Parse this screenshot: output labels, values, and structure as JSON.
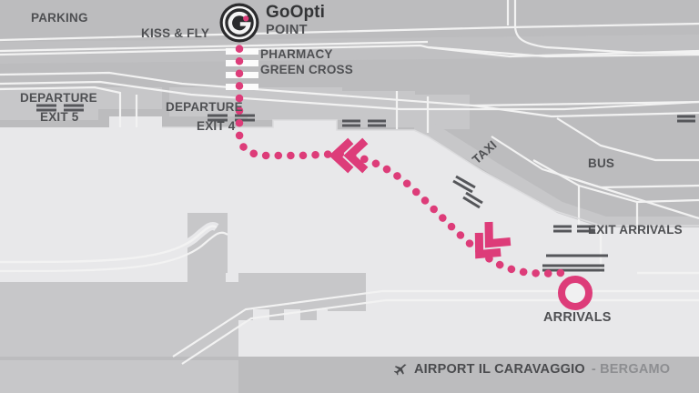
{
  "map": {
    "title": "GoOpti Point walking route map",
    "colors": {
      "route_pink": "#dd3c79",
      "road_gray": "#bcbcbe",
      "terminal_light": "#e8e8ea",
      "building_gray": "#c7c7c9",
      "road_line": "#f2f2f2",
      "text_gray": "#4f5053",
      "logo_dark": "#2b2b2d"
    },
    "labels": {
      "parking": "PARKING",
      "kiss_and_fly": "KISS & FLY",
      "pharmacy": "PHARMACY",
      "green_cross": "GREEN CROSS",
      "departure_5": "DEPARTURE",
      "exit_5": "EXIT 5",
      "departure_4": "DEPARTURE",
      "exit_4": "EXIT 4",
      "taxi": "TAXI",
      "bus": "BUS",
      "exit_arrivals": "EXIT ARRIVALS",
      "arrivals": "ARRIVALS"
    },
    "logo": {
      "name": "GoOpti",
      "subtitle": "POINT",
      "icon": "goopti-ring-g-icon"
    },
    "footer": {
      "plane_icon": "airplane-icon",
      "airport": "AIRPORT IL CARAVAGGIO",
      "city": "- BERGAMO"
    },
    "markers": {
      "arrivals_ring": "arrivals-ring-marker",
      "goopti_point": "goopti-point-marker"
    },
    "route": {
      "style": "dotted",
      "direction_arrows": 2,
      "from": "ARRIVALS",
      "to": "GoOpti POINT"
    }
  }
}
